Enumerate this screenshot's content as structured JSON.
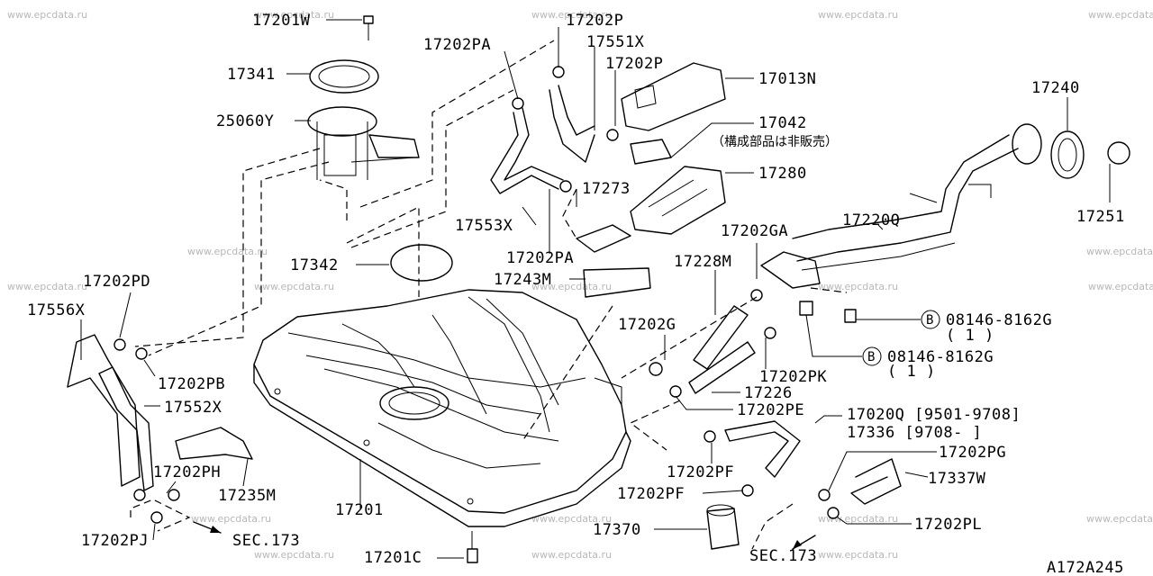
{
  "watermark": "www.epcdata.ru",
  "diagram_code": "A172A245",
  "parts": {
    "p17201W": "17201W",
    "p17341": "17341",
    "p25060Y": "25060Y",
    "p17202P_top": "17202P",
    "p17202PA_top": "17202PA",
    "p17551X": "17551X",
    "p17202P_mid": "17202P",
    "p17013N": "17013N",
    "p17042": "17042",
    "p17042_note": "（構成部品は非販売）",
    "p17280": "17280",
    "p17240": "17240",
    "p17273": "17273",
    "p17553X": "17553X",
    "p17202PA_low": "17202PA",
    "p17251": "17251",
    "p17220Q": "17220Q",
    "p17202GA": "17202GA",
    "p17342": "17342",
    "p17228M": "17228M",
    "p17243M": "17243M",
    "p17202PD": "17202PD",
    "p17556X": "17556X",
    "p17202G": "17202G",
    "bolt1": "08146-8162G",
    "bolt1_qty": "( 1 )",
    "bolt2": "08146-8162G",
    "bolt2_qty": "( 1 )",
    "bolt_marker": "B",
    "p17202PB": "17202PB",
    "p17202PK": "17202PK",
    "p17552X": "17552X",
    "p17226": "17226",
    "p17202PE": "17202PE",
    "p17020Q": "17020Q [9501-9708]",
    "p17336": "17336  [9708-     ]",
    "p17202PG": "17202PG",
    "p17202PH": "17202PH",
    "p17202PF_a": "17202PF",
    "p17337W": "17337W",
    "p17235M": "17235M",
    "p17201": "17201",
    "p17202PF_b": "17202PF",
    "p17370": "17370",
    "p17202PL": "17202PL",
    "p17202PJ": "17202PJ",
    "sec173_left": "SEC.173",
    "p17201C": "17201C",
    "sec173_right": "SEC.173"
  }
}
